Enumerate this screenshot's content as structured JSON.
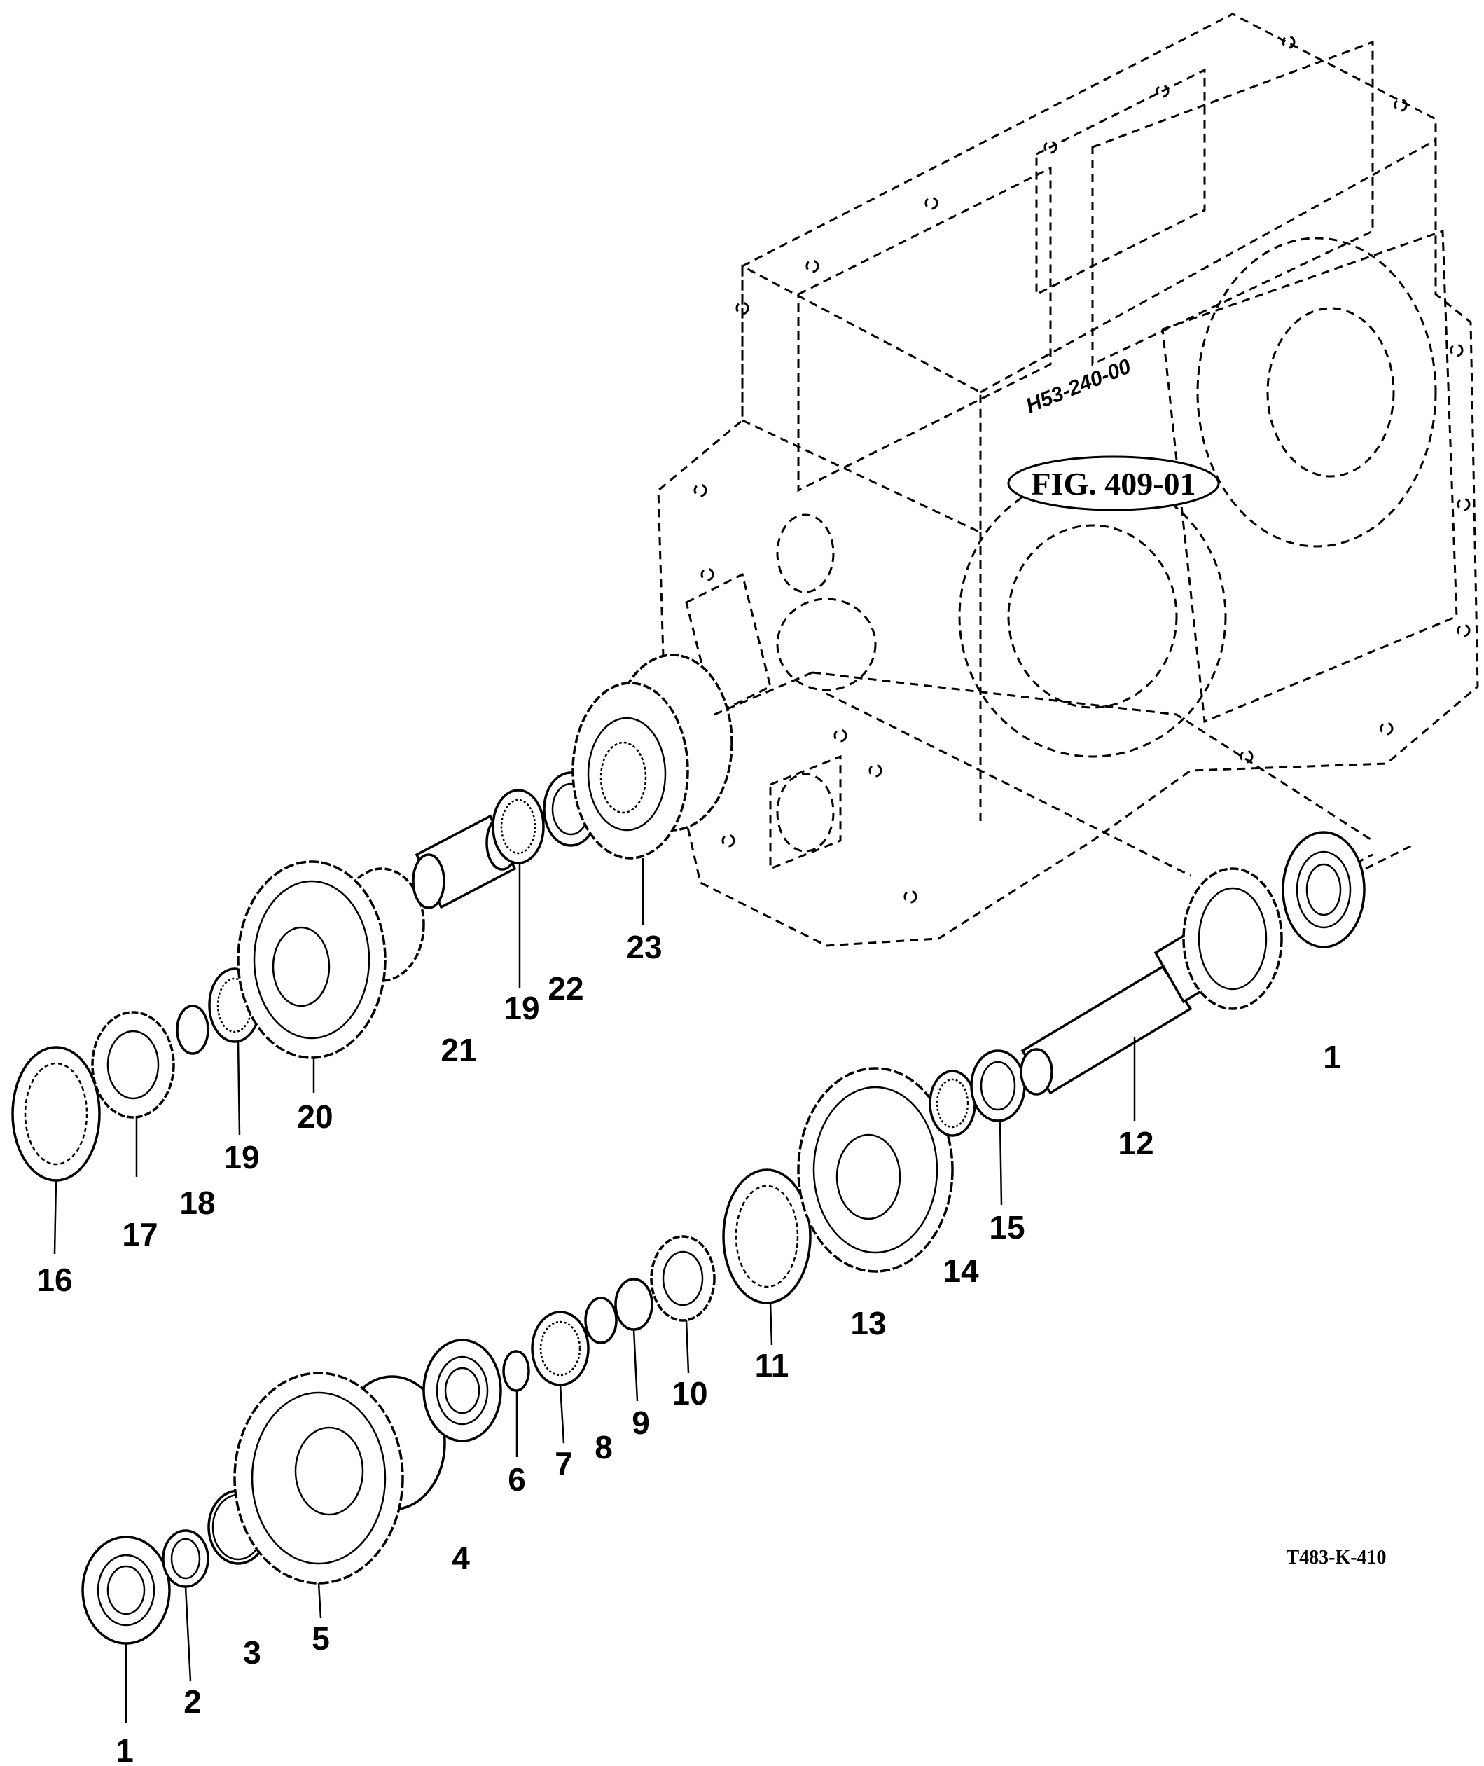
{
  "figure_reference": "FIG. 409-01",
  "drawing_code": "T483-K-410",
  "housing_stamp": "H53-240-00",
  "callouts": [
    {
      "id": "c1a",
      "label": "1"
    },
    {
      "id": "c2",
      "label": "2"
    },
    {
      "id": "c3",
      "label": "3"
    },
    {
      "id": "c5",
      "label": "5"
    },
    {
      "id": "c4",
      "label": "4"
    },
    {
      "id": "c6",
      "label": "6"
    },
    {
      "id": "c7",
      "label": "7"
    },
    {
      "id": "c8",
      "label": "8"
    },
    {
      "id": "c9",
      "label": "9"
    },
    {
      "id": "c10",
      "label": "10"
    },
    {
      "id": "c11",
      "label": "11"
    },
    {
      "id": "c13",
      "label": "13"
    },
    {
      "id": "c14",
      "label": "14"
    },
    {
      "id": "c15",
      "label": "15"
    },
    {
      "id": "c12",
      "label": "12"
    },
    {
      "id": "c1b",
      "label": "1"
    },
    {
      "id": "c16",
      "label": "16"
    },
    {
      "id": "c17",
      "label": "17"
    },
    {
      "id": "c18",
      "label": "18"
    },
    {
      "id": "c19a",
      "label": "19"
    },
    {
      "id": "c20",
      "label": "20"
    },
    {
      "id": "c21",
      "label": "21"
    },
    {
      "id": "c19b",
      "label": "19"
    },
    {
      "id": "c22",
      "label": "22"
    },
    {
      "id": "c23",
      "label": "23"
    }
  ]
}
